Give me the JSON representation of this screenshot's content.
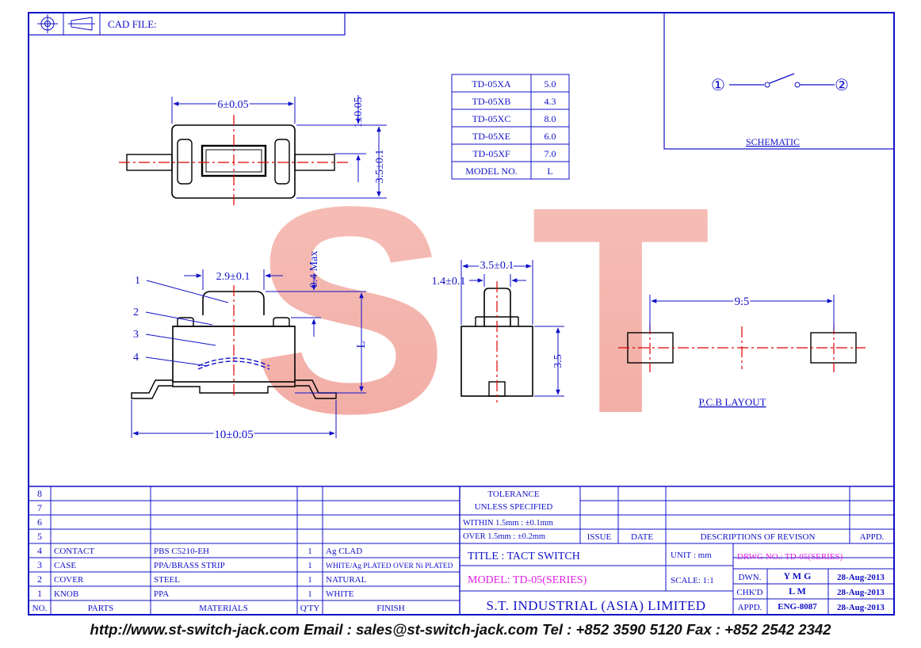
{
  "header": {
    "cad_label": "CAD FILE:"
  },
  "watermark": {
    "text": "S T"
  },
  "schematic": {
    "pin1": "①",
    "pin2": "②",
    "label": "SCHEMATIC"
  },
  "model_table": {
    "rows": [
      {
        "model": "TD-05XA",
        "value": "5.0"
      },
      {
        "model": "TD-05XB",
        "value": "4.3"
      },
      {
        "model": "TD-05XC",
        "value": "8.0"
      },
      {
        "model": "TD-05XE",
        "value": "6.0"
      },
      {
        "model": "TD-05XF",
        "value": "7.0"
      }
    ],
    "header_model": "MODEL NO.",
    "header_value": "L"
  },
  "dims": {
    "top_width": "6±0.05",
    "top_h1": "1±0.05",
    "top_h2": "3.5±0.1",
    "side_knob": "2.9±0.1",
    "side_gap": "0.4 Max",
    "side_L": "L",
    "side_base": "10±0.05",
    "end_width": "3.5±0.1",
    "end_knob": "1.4±0.1",
    "end_height": "3.5",
    "pcb_pitch": "9.5"
  },
  "callouts": [
    "1",
    "2",
    "3",
    "4"
  ],
  "pcb": {
    "label": "P.C.B LAYOUT"
  },
  "bom": {
    "empty_rows": [
      "8",
      "7",
      "6",
      "5"
    ],
    "rows": [
      {
        "no": "4",
        "part": "CONTACT",
        "material": "PBS C5210-EH",
        "qty": "1",
        "finish": "Ag CLAD"
      },
      {
        "no": "3",
        "part": "CASE",
        "material": "PPA/BRASS STRIP",
        "qty": "1",
        "finish": "WHITE/Ag PLATED OVER Ni PLATED"
      },
      {
        "no": "2",
        "part": "COVER",
        "material": "STEEL",
        "qty": "1",
        "finish": "NATURAL"
      },
      {
        "no": "1",
        "part": "KNOB",
        "material": "PPA",
        "qty": "1",
        "finish": "WHITE"
      }
    ],
    "headers": {
      "no": "NO.",
      "parts": "PARTS",
      "materials": "MATERIALS",
      "qty": "Q'TY",
      "finish": "FINISH"
    }
  },
  "tolerance": {
    "line1": "TOLERANCE",
    "line2": "UNLESS   SPECIFIED",
    "within": "WITHIN  1.5mm : ±0.1mm",
    "over": "OVER     1.5mm : ±0.2mm"
  },
  "revision": {
    "issue": "ISSUE",
    "date": "DATE",
    "desc": "DESCRIPTIONS  OF  REVISON",
    "appd": "APPD."
  },
  "title_block": {
    "title": "TITLE : TACT SWITCH",
    "model": "MODEL: TD-05(SERIES)",
    "company": "S.T.  INDUSTRIAL  (ASIA)  LIMITED",
    "unit": "UNIT :   mm",
    "scale": "SCALE:  1:1",
    "drwg": "DRWG NO.: TD-05(SERIES)",
    "dwn_label": "DWN.",
    "dwn_name": "Y M G",
    "dwn_date": "28-Aug-2013",
    "chk_label": "CHK'D",
    "chk_name": "L M",
    "chk_date": "28-Aug-2013",
    "appd_label": "APPD.",
    "appd_name": "ENG-8087",
    "appd_date": "28-Aug-2013"
  },
  "footer": {
    "text": "http://www.st-switch-jack.com  Email : sales@st-switch-jack.com  Tel : +852 3590 5120  Fax : +852 2542 2342"
  }
}
